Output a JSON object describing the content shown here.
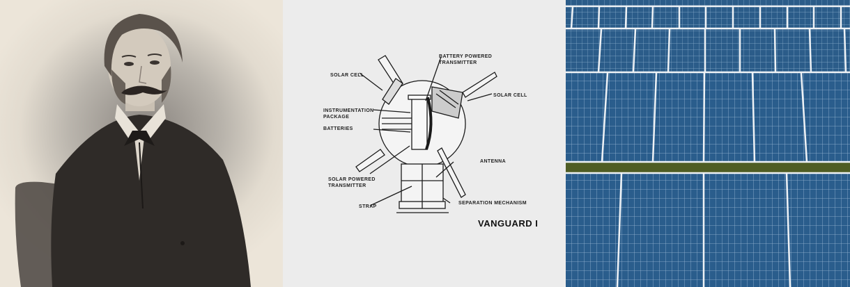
{
  "panels": [
    {
      "id": "portrait",
      "description": "Engraved portrait of a 19th-century gentleman with mustache and sideburns, seated in a chair",
      "palette": {
        "paper": "#ece5d9",
        "ink": "#2b2724"
      }
    },
    {
      "id": "diagram",
      "title": "VANGUARD I",
      "labels": {
        "solar_cell_left": "SOLAR CELL",
        "battery_tx": "BATTERY POWERED\nTRANSMITTER",
        "solar_cell_right": "SOLAR CELL",
        "instrumentation": "INSTRUMENTATION\nPACKAGE",
        "batteries": "BATTERIES",
        "antenna": "ANTENNA",
        "solar_tx": "SOLAR POWERED\nTRANSMITTER",
        "strap": "STRAP",
        "separation": "SEPARATION MECHANISM"
      },
      "palette": {
        "background": "#ececec",
        "ink": "#1a1a1a"
      }
    },
    {
      "id": "solar-farm",
      "description": "Aerial view of rows of blue photovoltaic solar panels with a strip of green grass",
      "palette": {
        "panel": "#2a5b86",
        "frame": "#e6ecf2",
        "grass": "#4a5a22"
      }
    }
  ]
}
